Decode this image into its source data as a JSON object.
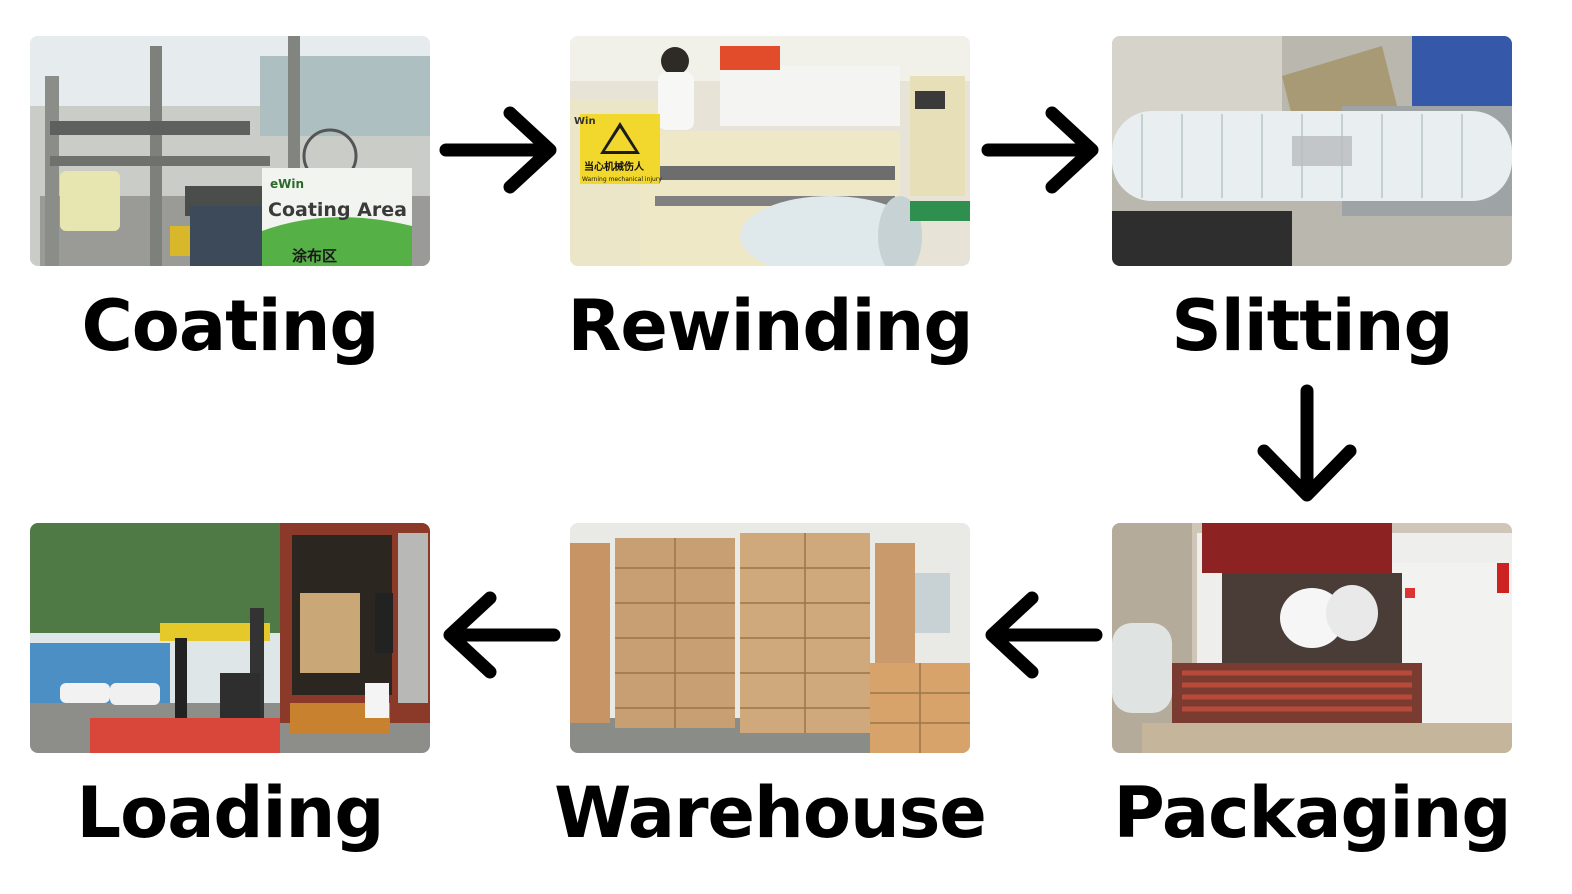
{
  "steps": [
    {
      "id": "coating",
      "label": "Coating",
      "sign_title": "Coating Area",
      "sign_subtitle": "涂布区",
      "brand": "eWin"
    },
    {
      "id": "rewinding",
      "label": "Rewinding",
      "warning_cn": "当心机械伤人",
      "warning_en": "Warning mechanical injury",
      "brand": "Win"
    },
    {
      "id": "slitting",
      "label": "Slitting"
    },
    {
      "id": "packaging",
      "label": "Packaging"
    },
    {
      "id": "warehouse",
      "label": "Warehouse"
    },
    {
      "id": "loading",
      "label": "Loading"
    }
  ],
  "arrows": [
    {
      "from": "Coating",
      "to": "Rewinding",
      "direction": "right"
    },
    {
      "from": "Rewinding",
      "to": "Slitting",
      "direction": "right"
    },
    {
      "from": "Slitting",
      "to": "Packaging",
      "direction": "down"
    },
    {
      "from": "Packaging",
      "to": "Warehouse",
      "direction": "left"
    },
    {
      "from": "Warehouse",
      "to": "Loading",
      "direction": "left"
    }
  ],
  "colors": {
    "background": "#ffffff",
    "text": "#000000",
    "arrow": "#000000"
  }
}
